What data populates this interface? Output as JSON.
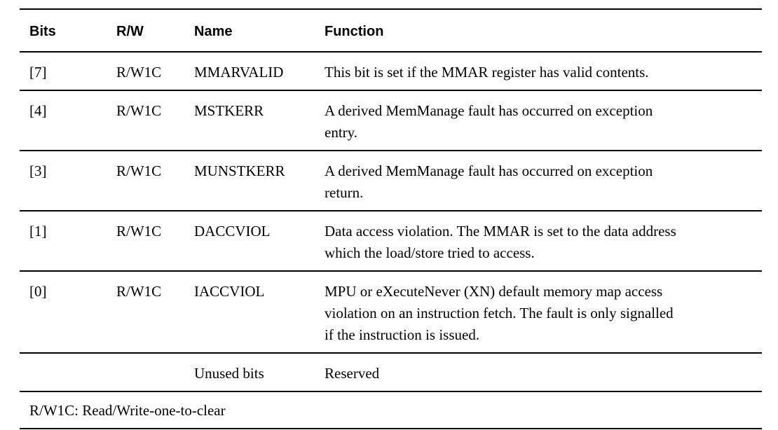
{
  "table": {
    "columns": {
      "bits": "Bits",
      "rw": "R/W",
      "name": "Name",
      "function": "Function"
    },
    "rows": [
      {
        "bits": "[7]",
        "rw": "R/W1C",
        "name": "MMARVALID",
        "function": "This bit is set if the MMAR register has valid contents."
      },
      {
        "bits": "[4]",
        "rw": "R/W1C",
        "name": "MSTKERR",
        "function": "A derived MemManage fault has occurred on exception\nentry."
      },
      {
        "bits": "[3]",
        "rw": "R/W1C",
        "name": "MUNSTKERR",
        "function": "A derived MemManage fault has occurred on exception\nreturn."
      },
      {
        "bits": "[1]",
        "rw": "R/W1C",
        "name": "DACCVIOL",
        "function": "Data access violation. The MMAR is set to the data address\nwhich the load/store tried to access."
      },
      {
        "bits": "[0]",
        "rw": "R/W1C",
        "name": "IACCVIOL",
        "function": "MPU or eXecuteNever (XN) default memory map access\nviolation on an instruction fetch. The fault is only signalled\nif the instruction is issued."
      },
      {
        "bits": "",
        "rw": "",
        "name": "Unused bits",
        "function": "Reserved"
      }
    ],
    "footnote": "R/W1C: Read/Write-one-to-clear"
  },
  "colors": {
    "text": "#000000",
    "rule": "#000000",
    "background": "#ffffff"
  }
}
